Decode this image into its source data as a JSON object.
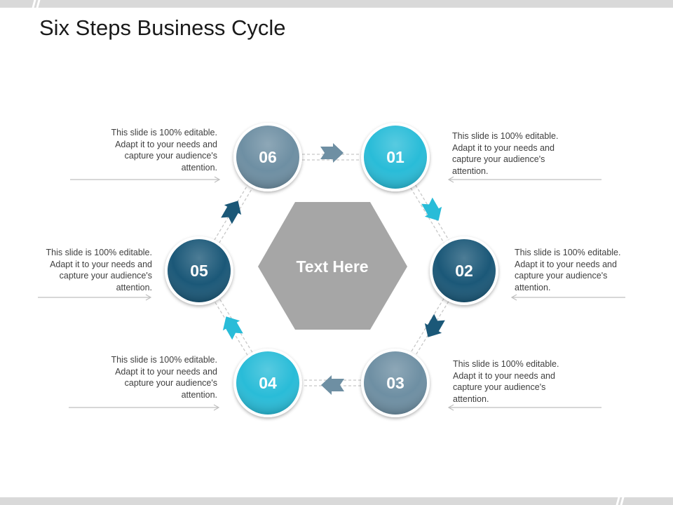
{
  "title": "Six Steps Business Cycle",
  "center": {
    "label": "Text Here",
    "color": "#a6a6a6"
  },
  "steps": [
    {
      "number": "01",
      "color": "#29bcd8",
      "text": "This slide is 100% editable. Adapt it to your needs and capture your audience's attention."
    },
    {
      "number": "02",
      "color": "#1b5878",
      "text": "This slide is 100% editable. Adapt it to your needs and capture your audience's attention."
    },
    {
      "number": "03",
      "color": "#6e8fa3",
      "text": "This slide is 100% editable. Adapt it to your needs and capture your audience's attention."
    },
    {
      "number": "04",
      "color": "#29bcd8",
      "text": "This slide is 100% editable. Adapt it to your needs and capture your audience's attention."
    },
    {
      "number": "05",
      "color": "#1b5878",
      "text": "This slide is 100% editable. Adapt it to your needs and capture your audience's attention."
    },
    {
      "number": "06",
      "color": "#6e8fa3",
      "text": "This slide is 100% editable. Adapt it to your needs and capture your audience's attention."
    }
  ],
  "arrow_colors": [
    "#29bcd8",
    "#1b5878",
    "#6e8fa3",
    "#29bcd8",
    "#1b5878",
    "#6e8fa3"
  ]
}
